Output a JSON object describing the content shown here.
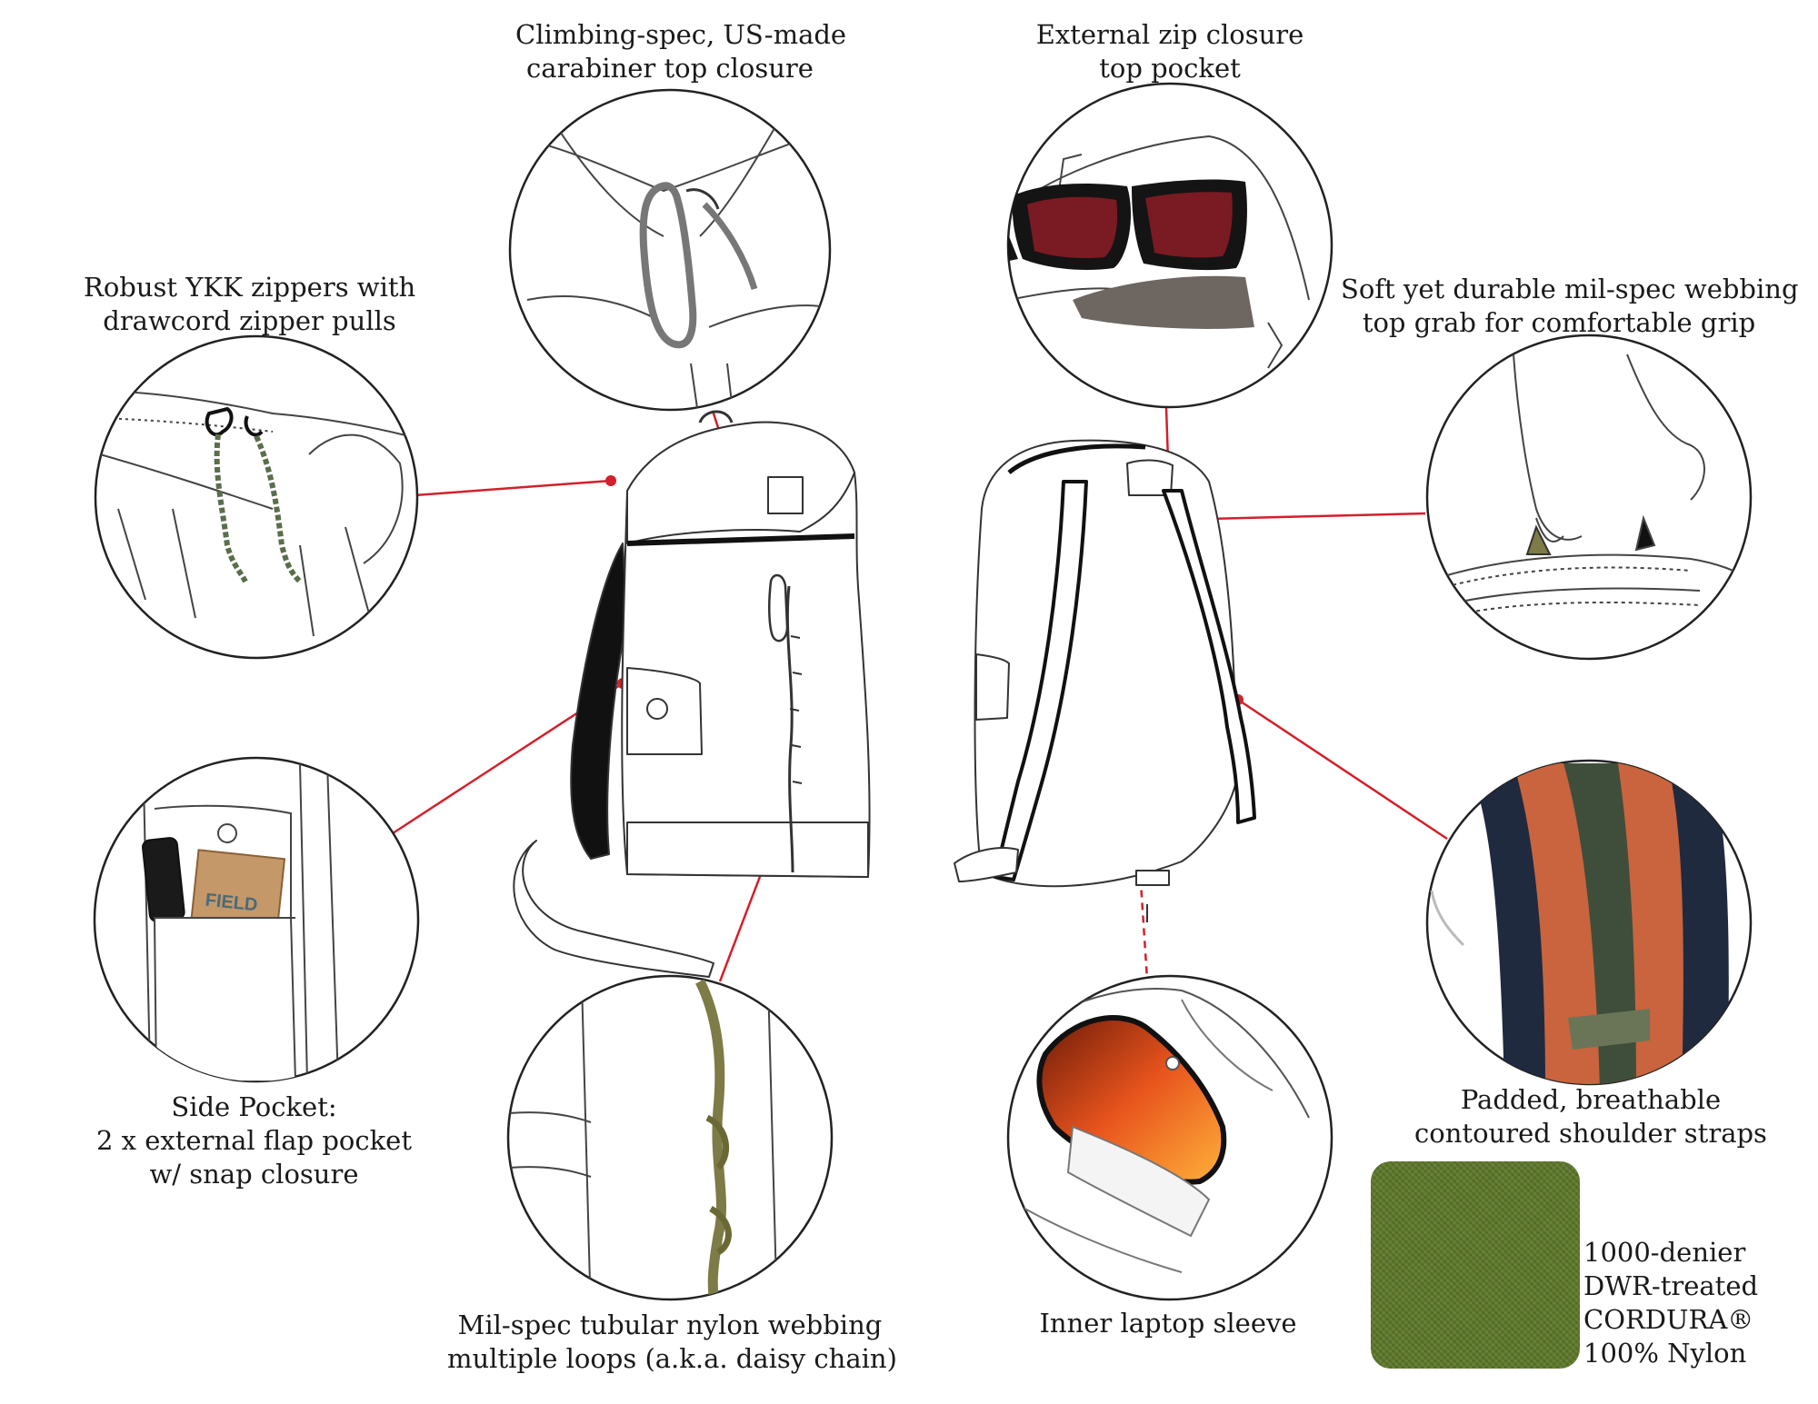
{
  "callouts": {
    "carabiner": {
      "lines": [
        "Climbing-spec, US-made",
        "carabiner top closure"
      ]
    },
    "top_pocket": {
      "lines": [
        "External zip closure",
        "top pocket"
      ]
    },
    "zippers": {
      "lines": [
        "Robust YKK zippers with",
        "drawcord zipper pulls"
      ]
    },
    "top_grab": {
      "lines": [
        "Soft yet durable mil-spec webbing",
        "top grab for comfortable grip"
      ]
    },
    "side_pocket": {
      "lines": [
        "Side Pocket:",
        "2 x external flap pocket",
        "w/ snap closure"
      ]
    },
    "shoulder_straps": {
      "lines": [
        "Padded, breathable",
        "contoured shoulder straps"
      ]
    },
    "daisy_chain": {
      "lines": [
        "Mil-spec tubular nylon webbing",
        "multiple loops (a.k.a. daisy chain)"
      ]
    },
    "laptop_sleeve": {
      "lines": [
        "Inner laptop sleeve"
      ]
    },
    "fabric": {
      "lines": [
        "1000-denier",
        "DWR-treated",
        "CORDURA®",
        "100% Nylon"
      ]
    }
  },
  "notebook_text": "FIELD",
  "colors": {
    "leader_line": "#d3202a",
    "fabric_swatch": "#5f7a2c",
    "strap_orange": "#c9643e",
    "strap_navy": "#1f2a3f",
    "webbing_olive": "#7d7b46"
  },
  "icons": {
    "carabiner": "carabiner-icon",
    "sunglasses": "sunglasses-icon",
    "zipper_pull": "zipper-pull-icon",
    "top_grab": "top-grab-icon",
    "side_pocket": "side-pocket-icon",
    "daisy_chain": "daisy-chain-icon",
    "laptop_sleeve": "laptop-sleeve-icon",
    "shoulder_strap": "shoulder-strap-icon",
    "backpack_front": "backpack-front-icon",
    "backpack_back": "backpack-back-icon",
    "fabric_swatch": "fabric-swatch-icon"
  }
}
